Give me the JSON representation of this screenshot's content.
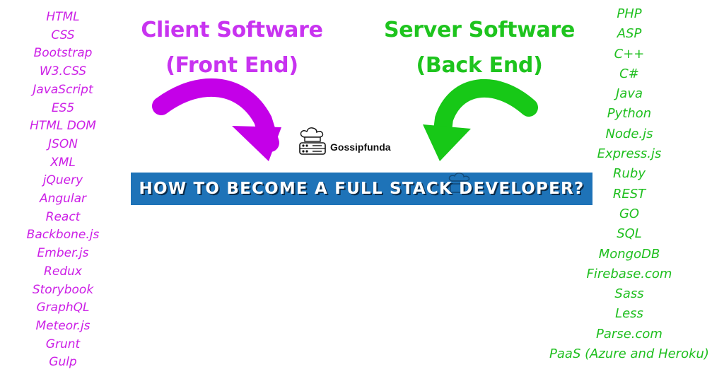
{
  "client": {
    "heading_line1": "Client Software",
    "heading_line2": "(Front End)",
    "color": "#cc1fe6",
    "technologies": [
      "HTML",
      "CSS",
      "Bootstrap",
      "W3.CSS",
      "JavaScript",
      "ES5",
      "HTML DOM",
      "JSON",
      "XML",
      "jQuery",
      "Angular",
      "React",
      "Backbone.js",
      "Ember.js",
      "Redux",
      "Storybook",
      "GraphQL",
      "Meteor.js",
      "Grunt",
      "Gulp"
    ]
  },
  "server": {
    "heading_line1": "Server Software",
    "heading_line2": "(Back End)",
    "color": "#1fbf1f",
    "technologies": [
      "PHP",
      "ASP",
      "C++",
      "C#",
      "Java",
      "Python",
      "Node.js",
      "Express.js",
      "Ruby",
      "REST",
      "GO",
      "SQL",
      "MongoDB",
      "Firebase.com",
      "Sass",
      "Less",
      "Parse.com",
      "PaaS (Azure and Heroku)"
    ]
  },
  "brand": {
    "name": "Gossipfunda",
    "icon": "server-chef-icon"
  },
  "banner": {
    "title": "HOW TO BECOME A FULL STACK DEVELOPER?",
    "background": "#1e73b8"
  },
  "arrows": {
    "client_color": "#c400e8",
    "server_color": "#17c817"
  }
}
